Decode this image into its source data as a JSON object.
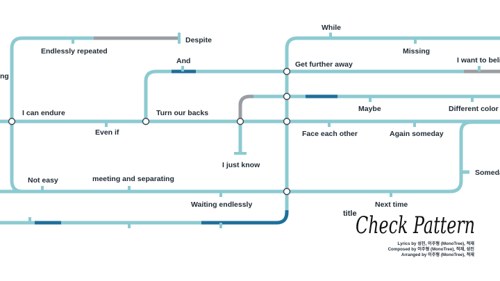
{
  "colors": {
    "line": "#8ccad1",
    "dark": "#1f6f9a",
    "grey": "#9a9ea3",
    "node_fill": "#ffffff",
    "text": "#1f2a33"
  },
  "labels": {
    "despite": "Despite",
    "endlessly_repeated": "Endlessly repeated",
    "ng": "ng",
    "i_can_endure": "I can endure",
    "even_if": "Even if",
    "and": "And",
    "turn_our_backs": "Turn our backs",
    "i_just_know": "I just know",
    "not_easy": "Not easy",
    "meeting_and_separating": "meeting and separating",
    "waiting_endlessly": "Waiting endlessly",
    "while": "While",
    "missing": "Missing",
    "get_further_away": "Get further away",
    "i_want_to_believe": "I want to belie",
    "maybe": "Maybe",
    "different_color": "Different color",
    "face_each_other": "Face each other",
    "again_someday": "Again someday",
    "someday": "Someda",
    "next_time": "Next time"
  },
  "title_block": {
    "prefix": "title",
    "name": "Check Pattern",
    "lyrics": "Lyrics by 성진, 이주형 (MonoTree), 적재",
    "composed": "Composed by 이주형 (MonoTree), 적재, 성진",
    "arranged": "Arranged by 이주형 (MonoTree), 적재"
  }
}
